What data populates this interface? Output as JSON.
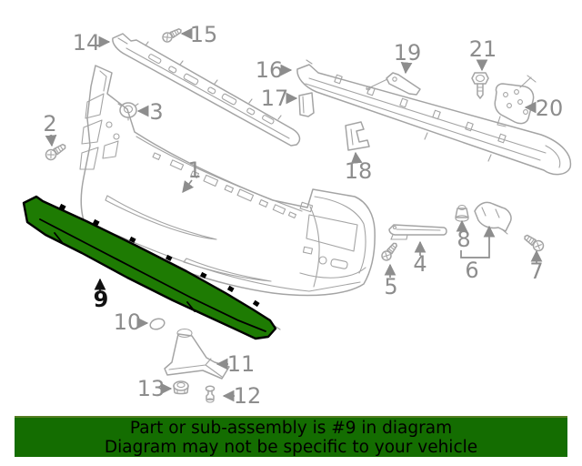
{
  "diagram": {
    "highlighted_callout": "9",
    "callouts": [
      {
        "label": "1",
        "highlighted": false
      },
      {
        "label": "2",
        "highlighted": false
      },
      {
        "label": "3",
        "highlighted": false
      },
      {
        "label": "4",
        "highlighted": false
      },
      {
        "label": "5",
        "highlighted": false
      },
      {
        "label": "6",
        "highlighted": false
      },
      {
        "label": "7",
        "highlighted": false
      },
      {
        "label": "8",
        "highlighted": false
      },
      {
        "label": "9",
        "highlighted": true
      },
      {
        "label": "10",
        "highlighted": false
      },
      {
        "label": "11",
        "highlighted": false
      },
      {
        "label": "12",
        "highlighted": false
      },
      {
        "label": "13",
        "highlighted": false
      },
      {
        "label": "14",
        "highlighted": false
      },
      {
        "label": "15",
        "highlighted": false
      },
      {
        "label": "16",
        "highlighted": false
      },
      {
        "label": "17",
        "highlighted": false
      },
      {
        "label": "18",
        "highlighted": false
      },
      {
        "label": "19",
        "highlighted": false
      },
      {
        "label": "20",
        "highlighted": false
      },
      {
        "label": "21",
        "highlighted": false
      }
    ]
  },
  "banner": {
    "line1": "Part or sub-assembly is #9 in diagram",
    "line2": "Diagram may not be specific to your vehicle"
  },
  "colors": {
    "background": "#ffffff",
    "line-gray": "#a4a4a4",
    "label-gray": "#8d8d8d",
    "highlight-green": "#1e7b03",
    "highlight-outline": "#000000",
    "banner-green": "#146d01",
    "banner-border": "#567e22",
    "banner-text": "#000000"
  }
}
